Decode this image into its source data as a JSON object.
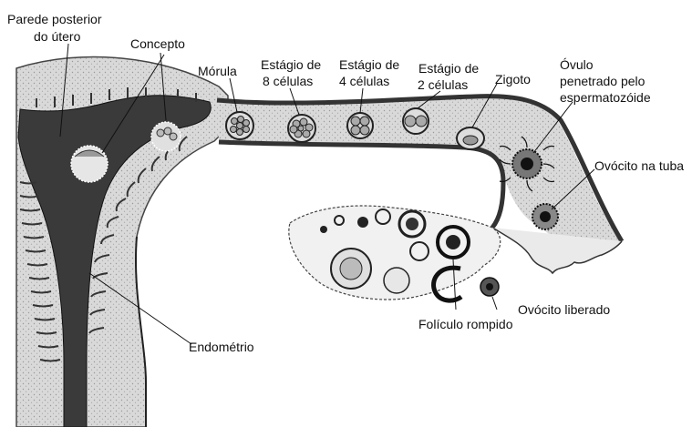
{
  "labels": {
    "posterior_wall": [
      "Parede posterior",
      "do útero"
    ],
    "concepto": "Concepto",
    "morula": "Mórula",
    "stage8": [
      "Estágio de",
      "8 células"
    ],
    "stage4": [
      "Estágio de",
      "4 células"
    ],
    "stage2": [
      "Estágio de",
      "2 células"
    ],
    "zigoto": "Zigoto",
    "ovulo_penetrado": [
      "Óvulo",
      "penetrado pelo",
      "espermatozóide"
    ],
    "ovocito_tuba": "Ovócito na tuba",
    "ovocito_liberado": "Ovócito liberado",
    "foliculo_rompido": "Folículo rompido",
    "endometrio": "Endométrio"
  }
}
